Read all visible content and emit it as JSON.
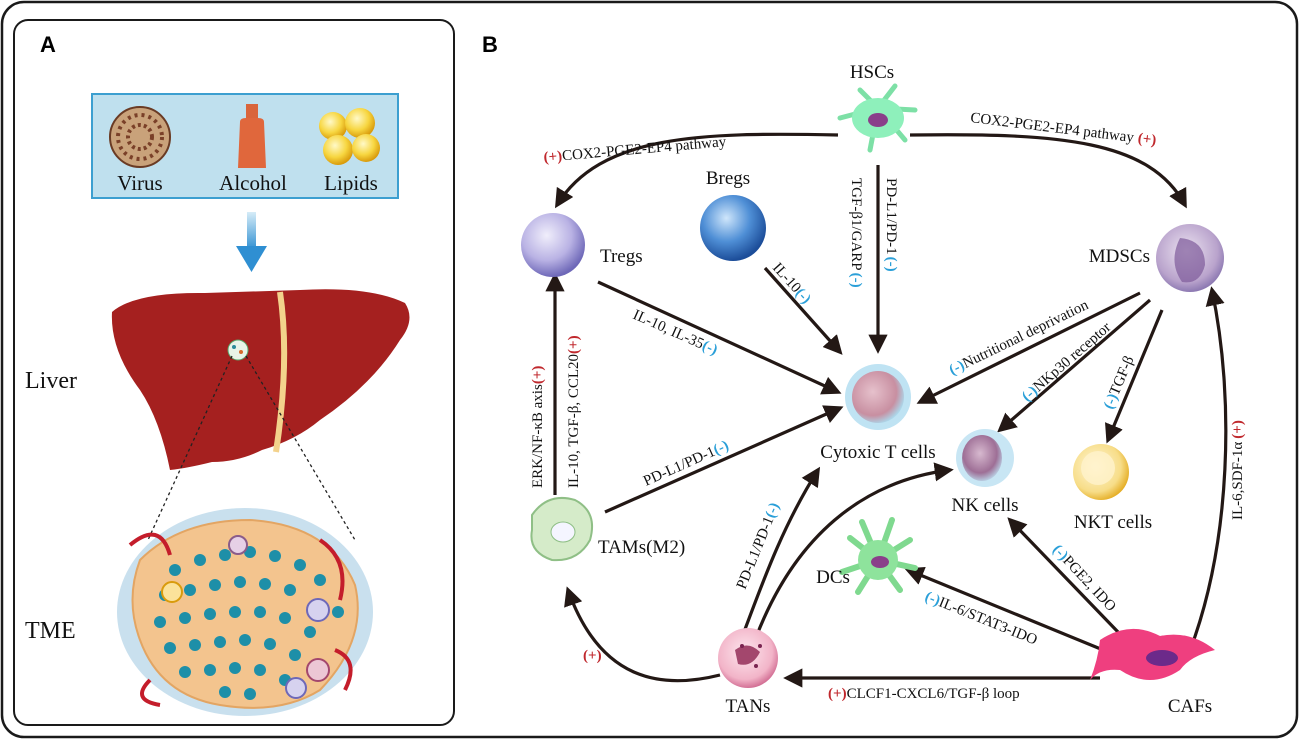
{
  "panels": {
    "a": "A",
    "b": "B"
  },
  "causes": [
    "Virus",
    "Alcohol",
    "Lipids"
  ],
  "organ_labels": {
    "liver": "Liver",
    "tme": "TME"
  },
  "cells": {
    "hscs": "HSCs",
    "bregs": "Bregs",
    "tregs": "Tregs",
    "mdscs": "MDSCs",
    "cytotoxic": "Cytoxic T cells",
    "nk": "NK cells",
    "nkt": "NKT cells",
    "tams": "TAMs(M2)",
    "dcs": "DCs",
    "tans": "TANs",
    "cafs": "CAFs"
  },
  "edges": {
    "hscs_tregs": "COX2-PGE2-EP4 pathway",
    "hscs_mdscs": "COX2-PGE2-EP4 pathway",
    "hscs_ctl_1": "TGF-β1/GARP",
    "hscs_ctl_2": "PD-L1/PD-1",
    "bregs_ctl": "IL-10",
    "tregs_ctl": "IL-10, IL-35",
    "tams_tregs_1": "ERK/NF-κB axis",
    "tams_tregs_2": "IL-10, TGF-β, CCL20",
    "tams_ctl": "PD-L1/PD-1",
    "mdscs_ctl": "Nutritional deprivation",
    "mdscs_nk": "NKp30 receptor",
    "mdscs_nkt": "TGF-β",
    "tans_ctl": "PD-L1/PD-1",
    "cafs_mdscs": "IL-6,SDF-1α",
    "cafs_nk": "PGE2, IDO",
    "cafs_dcs": "IL-6/STAT3-IDO",
    "cafs_tans": "CLCF1-CXCL6/TGF-β loop"
  },
  "signs": {
    "plus": "+",
    "minus": "-"
  },
  "colors": {
    "plus": "#c0282d",
    "minus": "#2a9fd8",
    "arrow": "#231815",
    "liver": "#a5201f",
    "panel_bg": "#bfe0ee"
  }
}
